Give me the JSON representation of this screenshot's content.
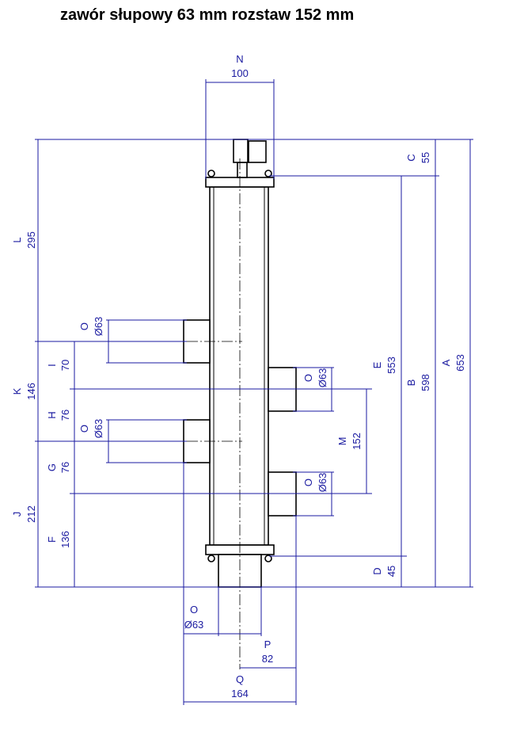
{
  "title": "zawór słupowy 63 mm rozstaw 152 mm",
  "dimensions": {
    "N": {
      "letter": "N",
      "value": "100"
    },
    "C": {
      "letter": "C",
      "value": "55"
    },
    "A": {
      "letter": "A",
      "value": "653"
    },
    "B": {
      "letter": "B",
      "value": "598"
    },
    "E": {
      "letter": "E",
      "value": "553"
    },
    "D": {
      "letter": "D",
      "value": "45"
    },
    "L": {
      "letter": "L",
      "value": "295"
    },
    "K": {
      "letter": "K",
      "value": "146"
    },
    "J": {
      "letter": "J",
      "value": "212"
    },
    "I": {
      "letter": "I",
      "value": "70"
    },
    "H": {
      "letter": "H",
      "value": "76"
    },
    "G": {
      "letter": "G",
      "value": "76"
    },
    "F": {
      "letter": "F",
      "value": "136"
    },
    "M": {
      "letter": "M",
      "value": "152"
    },
    "P": {
      "letter": "P",
      "value": "82"
    },
    "Q": {
      "letter": "Q",
      "value": "164"
    },
    "O_left_top": {
      "letter": "O",
      "value": "Ø63"
    },
    "O_left_mid": {
      "letter": "O",
      "value": "Ø63"
    },
    "O_right_top": {
      "letter": "O",
      "value": "Ø63"
    },
    "O_right_bot": {
      "letter": "O",
      "value": "Ø63"
    },
    "O_bottom": {
      "letter": "O",
      "value": "Ø63"
    }
  },
  "colors": {
    "dimension": "#1a1aa0",
    "outline": "#000000"
  }
}
